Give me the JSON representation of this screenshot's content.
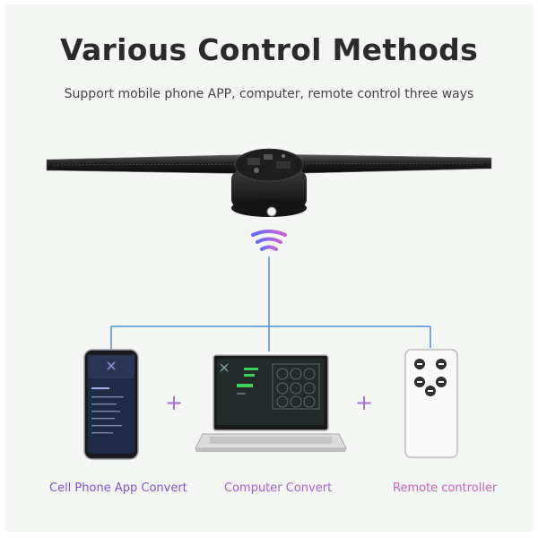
{
  "header": {
    "title": "Various Control Methods",
    "subtitle": "Support mobile phone APP, computer, remote control three ways"
  },
  "methods": [
    {
      "label": "Cell Phone App Convert",
      "icon": "smartphone-icon"
    },
    {
      "label": "Computer Convert",
      "icon": "laptop-icon"
    },
    {
      "label": "Remote controller",
      "icon": "remote-control-icon"
    }
  ],
  "connectors": {
    "plus_symbol": "+"
  },
  "colors": {
    "connector_line": "#4a90d9",
    "wave_gradient_start": "#5f6ff0",
    "wave_gradient_end": "#d05fd6",
    "label_purple": "#7f52d4",
    "label_violet": "#a760cf",
    "label_magenta": "#c761c2"
  }
}
